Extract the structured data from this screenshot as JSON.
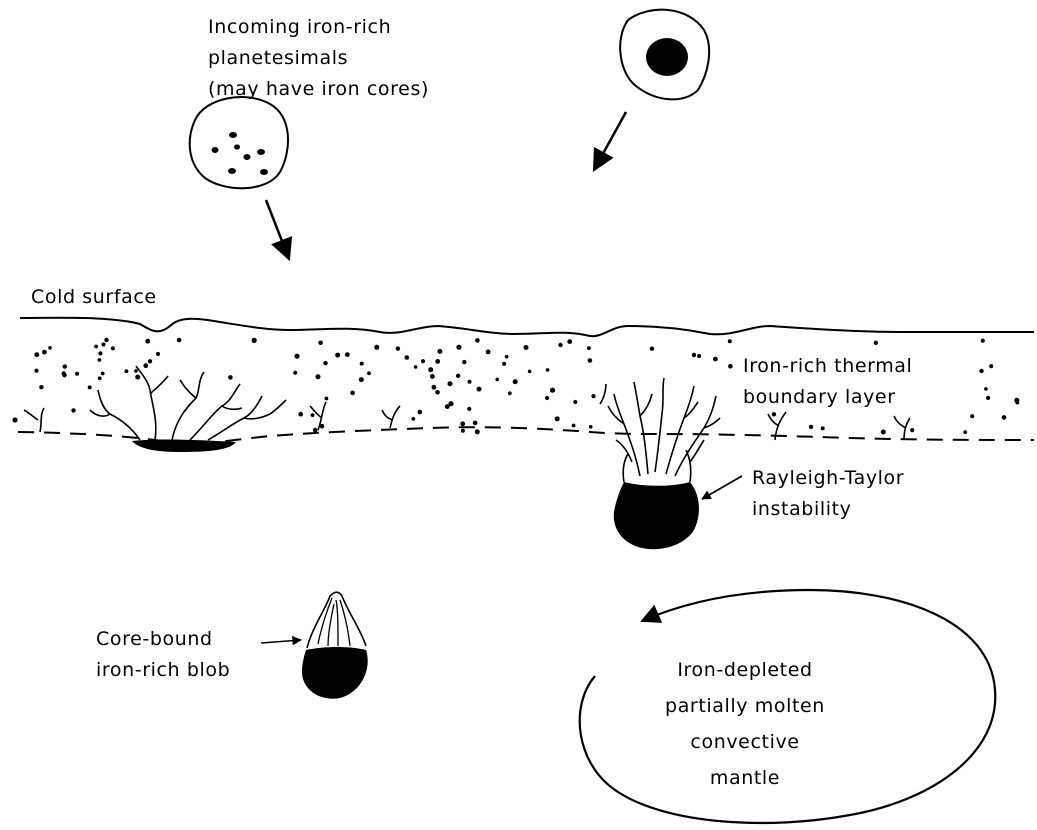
{
  "labels": {
    "incoming": [
      "Incoming iron-rich",
      "planetesimals",
      "(may have iron cores)"
    ],
    "cold_surface": "Cold surface",
    "boundary_layer": [
      "Iron-rich thermal",
      "boundary layer"
    ],
    "rayleigh_taylor": [
      "Rayleigh-Taylor",
      "instability"
    ],
    "core_bound": [
      "Core-bound",
      "iron-rich blob"
    ],
    "mantle": [
      "Iron-depleted",
      "partially molten",
      "convective",
      "mantle"
    ]
  },
  "colors": {
    "ink": "#000000",
    "background": "#ffffff"
  }
}
